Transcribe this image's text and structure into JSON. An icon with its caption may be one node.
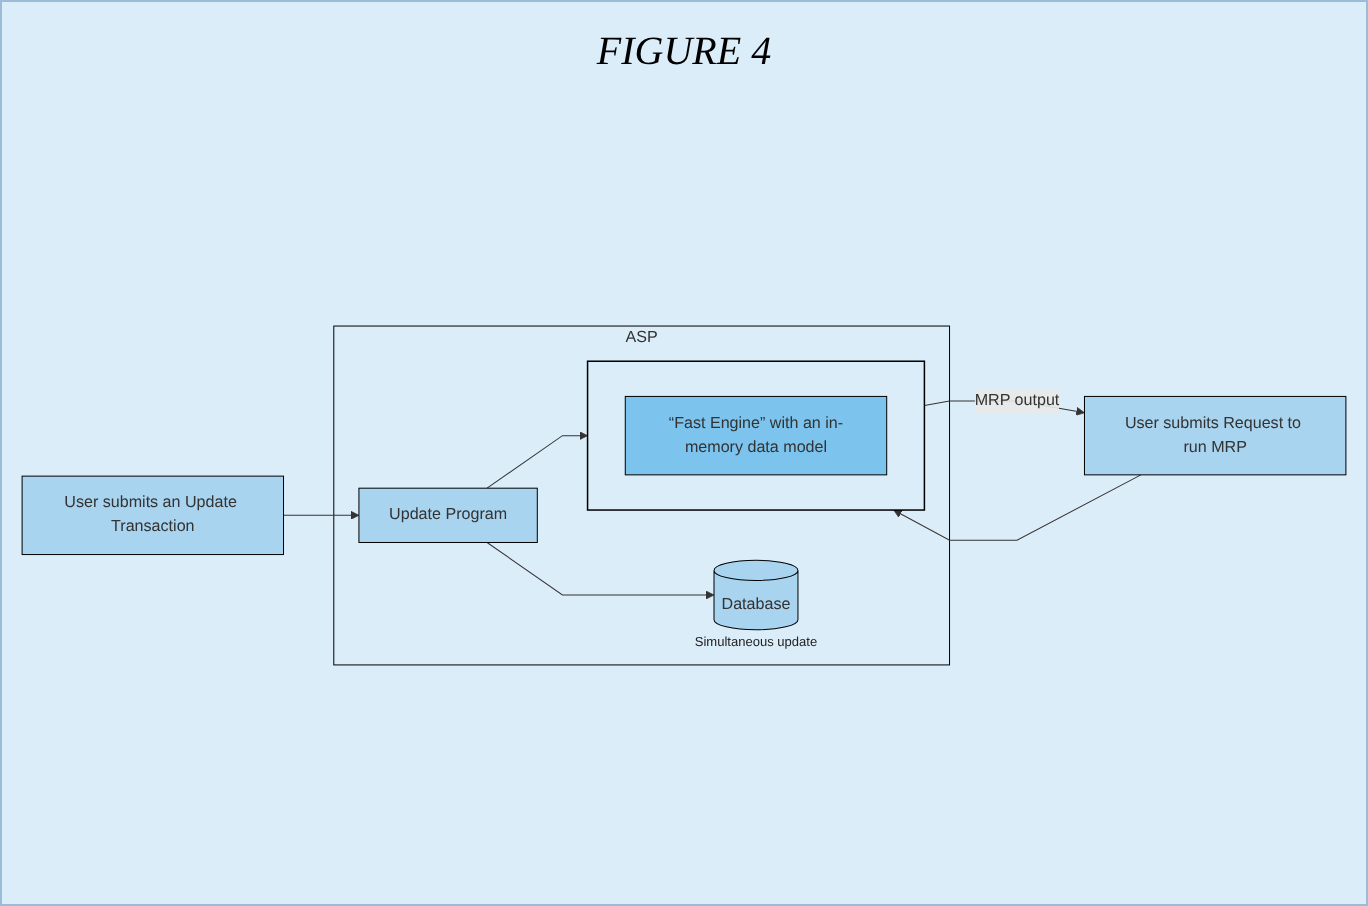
{
  "diagram": {
    "title": "FIGURE 4",
    "nodes": [
      {
        "text": [
          "User submits an Update Transaction"
        ]
      },
      {
        "text": [
          "ASP"
        ]
      },
      {
        "text": [
          "Update Program"
        ],
        "in": 1
      },
      {
        "text": [
          "Database"
        ],
        "in": 1,
        "beside": [
          "Simultaneous update"
        ]
      },
      {
        "text": [],
        "shape": "box",
        "in": 1
      },
      {
        "text": [
          "“Fast Engine” with an in-memory data model"
        ],
        "in": 4
      },
      {
        "text": [
          "User submits Request to run MRP"
        ]
      }
    ],
    "edges": [
      {
        "from": 0,
        "to": 2,
        "arrow": "to"
      },
      {
        "from": 2,
        "to": 3,
        "arrow": "to"
      },
      {
        "from": 2,
        "to": 4,
        "arrow": "to"
      },
      {
        "from": 6,
        "to": 4,
        "arrow": "to"
      },
      {
        "from": 4,
        "to": 6,
        "arrow": "to",
        "label": "MRP output"
      }
    ]
  }
}
